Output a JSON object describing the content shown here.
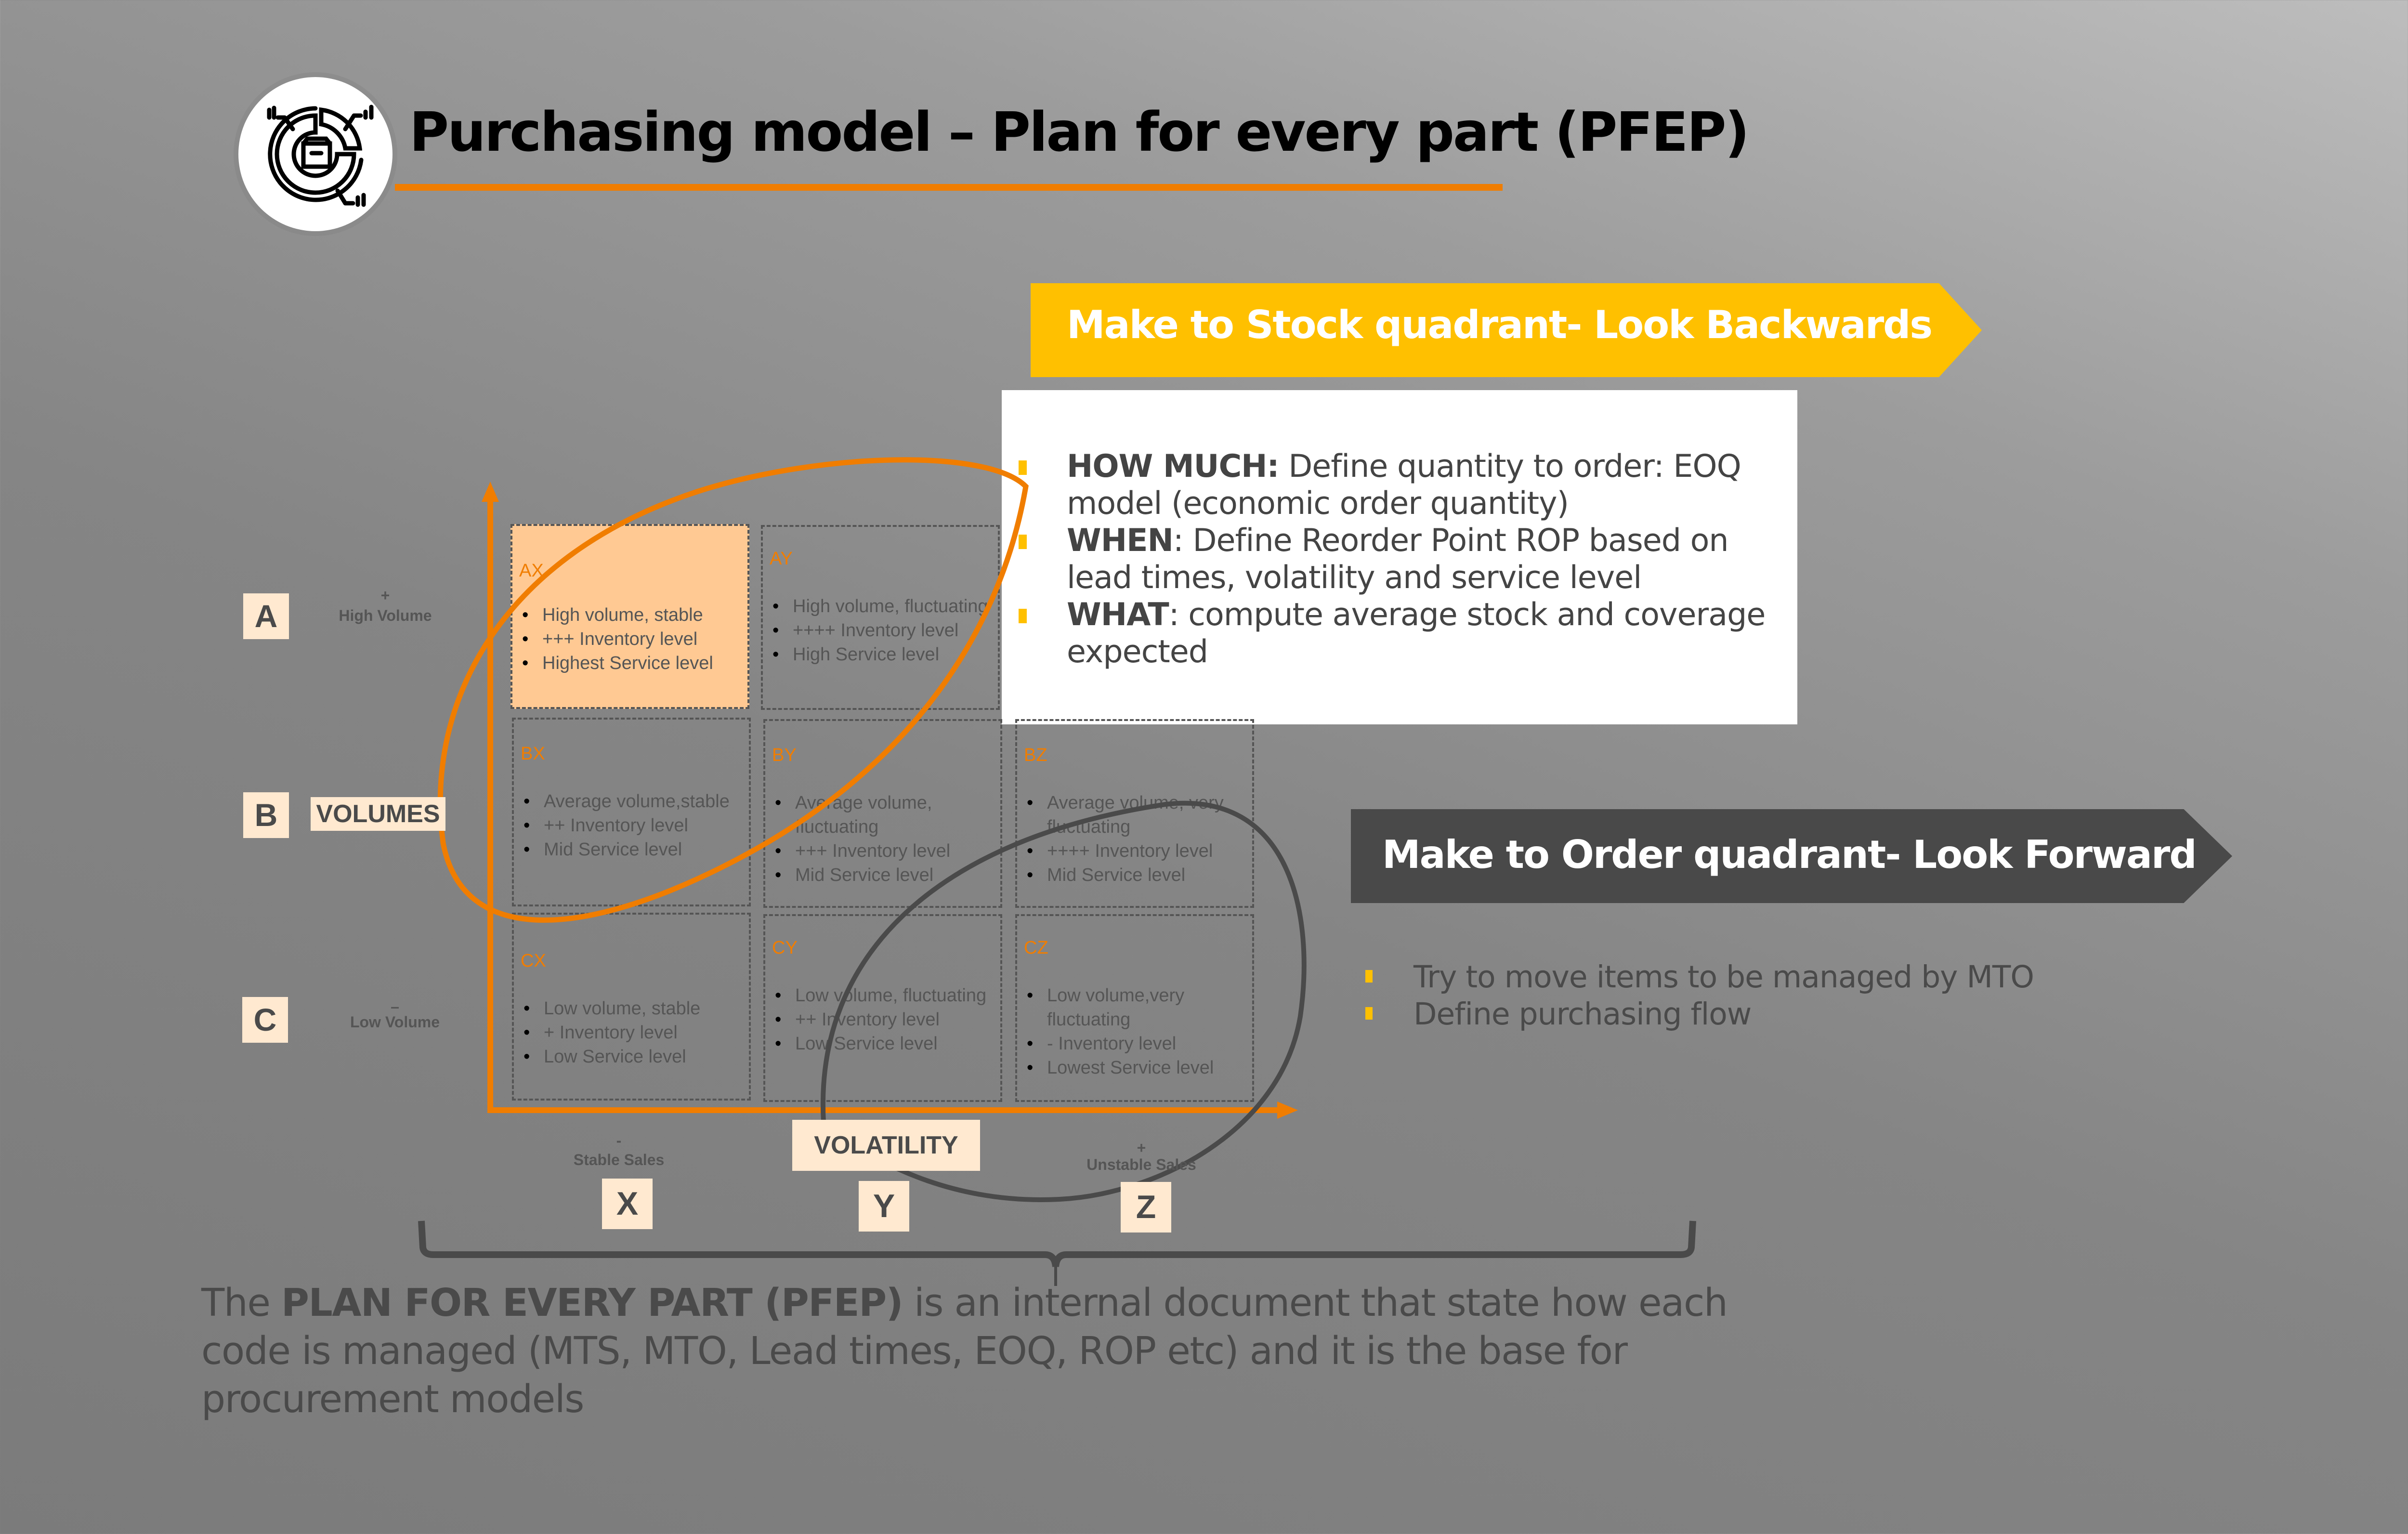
{
  "header": {
    "title": "Purchasing model – Plan for every part (PFEP)",
    "logo_icon": "inventory-chart-icon"
  },
  "mts": {
    "banner": "Make to Stock quadrant- Look Backwards",
    "items": [
      {
        "bold": "HOW MUCH:",
        "text": " Define quantity to order: EOQ model (economic order quantity)"
      },
      {
        "bold": "WHEN",
        "text": ": Define Reorder Point ROP based on lead times, volatility and service level"
      },
      {
        "bold": "WHAT",
        "text": ": compute average stock and coverage expected"
      }
    ]
  },
  "mto": {
    "banner": "Make to Order quadrant- Look Forward",
    "items": [
      "Try to move items to be managed by MTO",
      "Define purchasing flow"
    ]
  },
  "matrix": {
    "y_axis": {
      "name": "VOLUMES",
      "high_label": "High Volume",
      "high_sign": "+",
      "low_label": "Low Volume",
      "low_sign": "–"
    },
    "x_axis": {
      "name": "VOLATILITY",
      "stable_label": "Stable Sales",
      "stable_sign": "-",
      "unstable_label": "Unstable Sales",
      "unstable_sign": "+"
    },
    "rows": [
      "A",
      "B",
      "C"
    ],
    "cols": [
      "X",
      "Y",
      "Z"
    ],
    "cells": {
      "AX": [
        "High volume, stable",
        "+++ Inventory  level",
        "Highest Service level"
      ],
      "AY": [
        "High volume, fluctuating",
        "++++ Inventory  level",
        "High Service level"
      ],
      "BX": [
        "Average volume,stable",
        "++ Inventory  level",
        "Mid Service level"
      ],
      "BY": [
        "Average volume, fluctuating",
        "+++ Inventory  level",
        "Mid Service level"
      ],
      "BZ": [
        "Average volume, very fluctuating",
        "++++ Inventory  level",
        "Mid Service level"
      ],
      "CX": [
        "Low volume, stable",
        "+ Inventory  level",
        "Low Service level"
      ],
      "CY": [
        "Low volume, fluctuating",
        "++ Inventory  level",
        "Low Service level"
      ],
      "CZ": [
        "Low volume,very fluctuating",
        "- Inventory  level",
        "Lowest Service level"
      ]
    },
    "highlighted_cell": "AX"
  },
  "description": {
    "prefix": "The ",
    "bold": "PLAN FOR EVERY PART (PFEP)",
    "rest": " is an internal document that state how each code is managed (MTS, MTO, Lead times, EOQ, ROP etc) and it is the base for procurement models"
  },
  "colors": {
    "accent_orange": "#f07d00",
    "mts_yellow": "#ffc000",
    "mto_dark": "#494949",
    "tag_bg": "#ffe9d0",
    "ax_fill": "#ffc993"
  }
}
